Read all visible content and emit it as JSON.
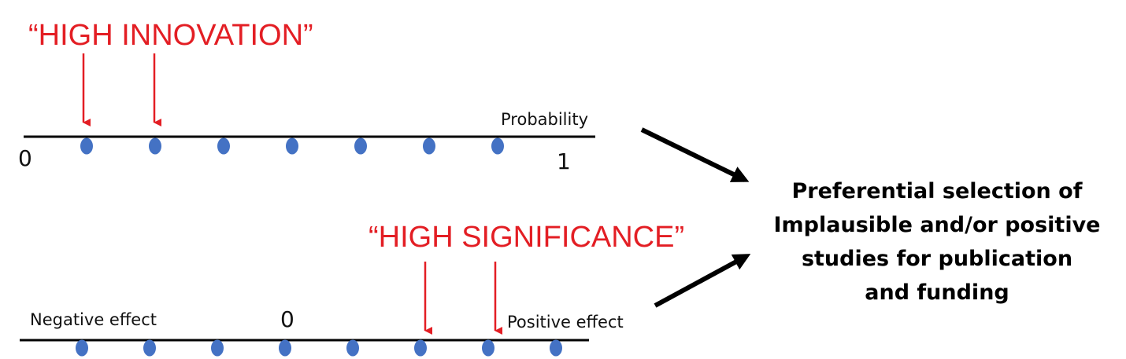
{
  "colors": {
    "accent": "#e31e24",
    "dot": "#4472c4",
    "line": "#000000"
  },
  "top_scale": {
    "callout": "“HIGH INNOVATION”",
    "end_label": "Probability",
    "min_label": "0",
    "max_label": "1",
    "dot_count": 7
  },
  "bottom_scale": {
    "callout": "“HIGH SIGNIFICANCE”",
    "left_label": "Negative effect",
    "center_label": "0",
    "right_label": "Positive effect",
    "dot_count": 8
  },
  "result": {
    "lines": [
      "Preferential selection of",
      "Implausible and/or positive",
      "studies for publication",
      "and funding"
    ]
  }
}
